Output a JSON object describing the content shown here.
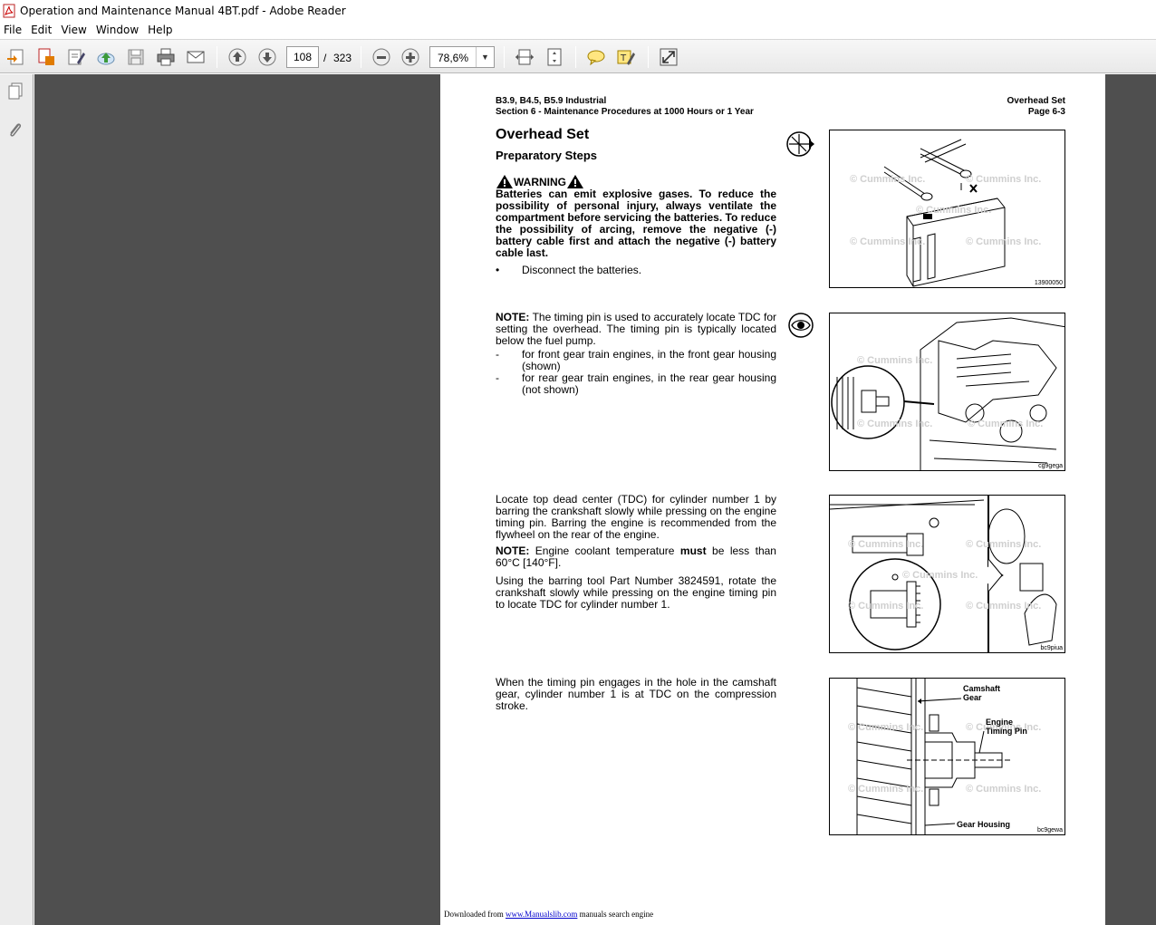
{
  "window": {
    "title": "Operation and Maintenance Manual 4BT.pdf - Adobe Reader"
  },
  "menu": [
    {
      "label": "File",
      "key": "F"
    },
    {
      "label": "Edit",
      "key": "E"
    },
    {
      "label": "View",
      "key": "V"
    },
    {
      "label": "Window",
      "key": "W"
    },
    {
      "label": "Help",
      "key": "H"
    }
  ],
  "toolbar": {
    "page_number": "108",
    "page_separator": "/",
    "page_total": "323",
    "zoom": "78,6%",
    "icons": [
      "create-pdf-icon",
      "export-pdf-icon",
      "sign-icon",
      "upload-icon",
      "save-icon",
      "print-icon",
      "email-icon",
      "previous-page-icon",
      "next-page-icon",
      "zoom-out-icon",
      "zoom-in-icon",
      "fit-width-icon",
      "fit-page-icon",
      "comment-icon",
      "highlight-icon",
      "fullscreen-icon"
    ]
  },
  "document": {
    "header_left_1": "B3.9, B4.5, B5.9 Industrial",
    "header_left_2": "Section 6 - Maintenance Procedures at 1000 Hours or 1 Year",
    "header_right_1": "Overhead Set",
    "header_right_2": "Page 6-3",
    "title": "Overhead Set",
    "subtitle": "Preparatory Steps",
    "warning_label": "WARNING",
    "warning_text": "Batteries can emit explosive gases. To reduce the possibility of personal injury, always ventilate the compartment before servicing the batteries. To reduce the possibility of arcing, remove the negative (-) battery cable first and attach the negative (-) battery cable last.",
    "step1_bullet": "•",
    "step1": "Disconnect the batteries.",
    "note1_label": "NOTE:",
    "note1_text": "The timing pin is used to accurately locate TDC for setting the overhead. The timing pin is typically located below the fuel pump.",
    "dash": "-",
    "note1_item1": "for front gear train engines, in the front gear housing (shown)",
    "note1_item2": "for rear gear train engines, in the rear gear housing (not shown)",
    "step3_para1": "Locate top dead center (TDC) for cylinder number 1 by barring the crankshaft slowly while pressing on the engine timing pin. Barring the engine is recommended from the flywheel on the rear of the engine.",
    "note2_label": "NOTE:",
    "note2_text_a": "Engine coolant temperature",
    "note2_must": "must",
    "note2_text_b": "be less than 60°C [140°F].",
    "step3_para2": "Using the barring tool Part Number 3824591, rotate the crankshaft slowly while pressing on the engine timing pin to locate TDC for cylinder number 1.",
    "step4_para": "When the timing pin engages in the hole in the camshaft gear, cylinder number 1 is at TDC on the compression stroke.",
    "watermark": "© Cummins Inc.",
    "fig1_code": "13900050",
    "fig2_code": "cg9gega",
    "fig3_code": "bc9piua",
    "fig4_code": "bc9gewa",
    "fig4_label_camshaft": "Camshaft Gear",
    "fig4_label_timing": "Engine Timing Pin",
    "fig4_label_housing": "Gear Housing",
    "footer_prefix": "Downloaded from",
    "footer_link": "www.Manualslib.com",
    "footer_suffix": "manuals search engine"
  }
}
